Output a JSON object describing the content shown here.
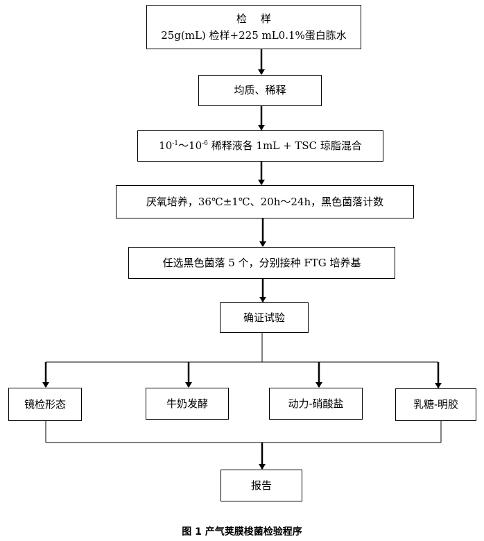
{
  "caption": "图 1 产气荚膜梭菌检验程序",
  "steps": {
    "sample_title": "检样",
    "sample_detail": "25g(mL) 检样+225 mL0.1%蛋白胨水",
    "homogenize": "均质、稀释",
    "dilution_prefix": "10",
    "dilution_exp_a": "-1",
    "dilution_range": "～10",
    "dilution_exp_b": "-6",
    "dilution_suffix": " 稀释液各 1mL + TSC 琼脂混合",
    "culture": "厌氧培养，36℃±1℃、20h～24h，黑色菌落计数",
    "select": "任选黑色菌落 5 个，分别接种 FTG 培养基",
    "confirm": "确证试验",
    "branch_microscopy": "镜检形态",
    "branch_milk": "牛奶发酵",
    "branch_motility": "动力-硝酸盐",
    "branch_lactose": "乳糖-明胶",
    "report": "报告"
  }
}
